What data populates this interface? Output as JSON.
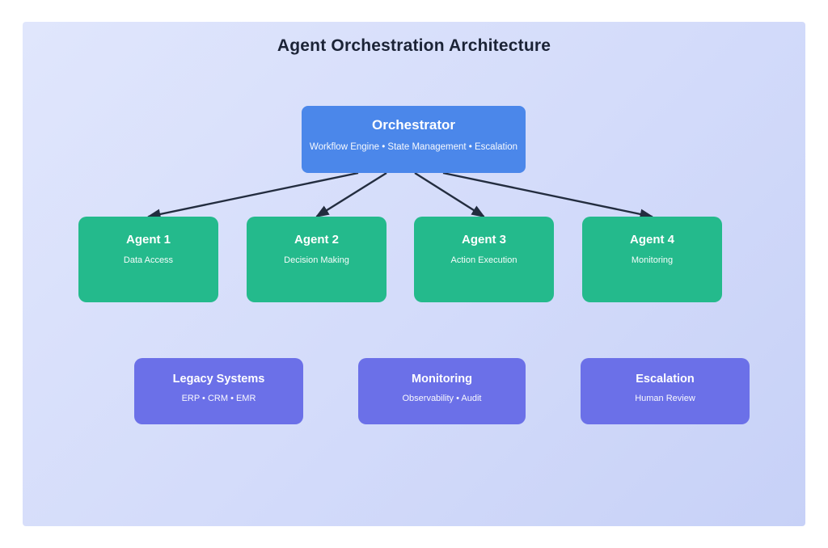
{
  "title": "Agent Orchestration Architecture",
  "colors": {
    "background": "#ffffff",
    "canvas_top": "#e0e6fc",
    "canvas_bottom": "#c7d1f7",
    "orchestrator_fill": "#4b87ea",
    "agent_fill": "#24ba8c",
    "support_fill": "#6b70e8",
    "arrow": "#232d3f",
    "title_text": "#1b2336",
    "node_text": "#ffffff"
  },
  "nodes": {
    "orchestrator": {
      "title": "Orchestrator",
      "subtitle": "Workflow Engine • State Management • Escalation"
    },
    "agents": [
      {
        "id": "agent1",
        "title": "Agent 1",
        "subtitle": "Data Access"
      },
      {
        "id": "agent2",
        "title": "Agent 2",
        "subtitle": "Decision Making"
      },
      {
        "id": "agent3",
        "title": "Agent 3",
        "subtitle": "Action Execution"
      },
      {
        "id": "agent4",
        "title": "Agent 4",
        "subtitle": "Monitoring"
      }
    ],
    "support": [
      {
        "id": "legacy",
        "title": "Legacy Systems",
        "subtitle": "ERP • CRM • EMR"
      },
      {
        "id": "monitoring",
        "title": "Monitoring",
        "subtitle": "Observability • Audit"
      },
      {
        "id": "escalation",
        "title": "Escalation",
        "subtitle": "Human Review"
      }
    ]
  },
  "edges": [
    {
      "from": "orchestrator",
      "to": "agent1"
    },
    {
      "from": "orchestrator",
      "to": "agent2"
    },
    {
      "from": "orchestrator",
      "to": "agent3"
    },
    {
      "from": "orchestrator",
      "to": "agent4"
    }
  ]
}
